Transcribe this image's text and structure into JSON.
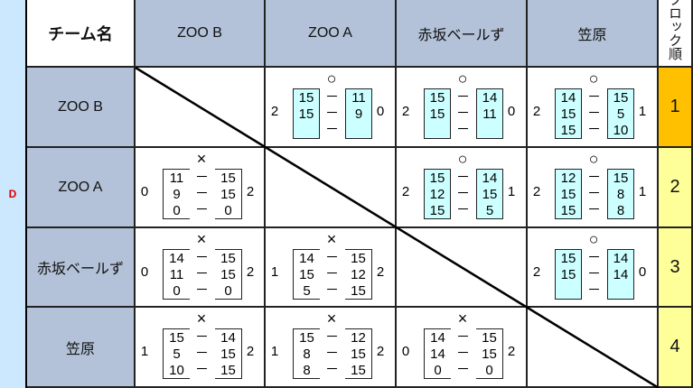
{
  "block_label": "D",
  "header": {
    "corner": "チーム名",
    "rank": "ブロック順位"
  },
  "teams": [
    "ZOO B",
    "ZOO A",
    "赤坂ベールず",
    "笠原"
  ],
  "ranks": [
    "1",
    "2",
    "3",
    "4"
  ],
  "colors": {
    "header": "#b3c2d8",
    "rank1": "#ffc000",
    "rank_other": "#ffff99",
    "win_box": "#ccffff",
    "block_label": "#e00000"
  },
  "marks": {
    "win": "○",
    "loss": "×",
    "dash": "－"
  },
  "matches": [
    [
      null,
      {
        "result": "win",
        "gw": "2",
        "gl": "0",
        "sets": [
          [
            "15",
            "11"
          ],
          [
            "15",
            "9"
          ],
          [
            "",
            ""
          ]
        ]
      },
      {
        "result": "win",
        "gw": "2",
        "gl": "0",
        "sets": [
          [
            "15",
            "14"
          ],
          [
            "15",
            "11"
          ],
          [
            "",
            ""
          ]
        ]
      },
      {
        "result": "win",
        "gw": "2",
        "gl": "1",
        "sets": [
          [
            "14",
            "15"
          ],
          [
            "15",
            "5"
          ],
          [
            "15",
            "10"
          ]
        ]
      }
    ],
    [
      {
        "result": "loss",
        "gw": "0",
        "gl": "2",
        "sets": [
          [
            "11",
            "15"
          ],
          [
            "9",
            "15"
          ],
          [
            "0",
            "0"
          ]
        ]
      },
      null,
      {
        "result": "win",
        "gw": "2",
        "gl": "1",
        "sets": [
          [
            "15",
            "14"
          ],
          [
            "12",
            "15"
          ],
          [
            "15",
            "5"
          ]
        ]
      },
      {
        "result": "win",
        "gw": "2",
        "gl": "1",
        "sets": [
          [
            "12",
            "15"
          ],
          [
            "15",
            "8"
          ],
          [
            "15",
            "8"
          ]
        ]
      }
    ],
    [
      {
        "result": "loss",
        "gw": "0",
        "gl": "2",
        "sets": [
          [
            "14",
            "15"
          ],
          [
            "11",
            "15"
          ],
          [
            "0",
            "0"
          ]
        ]
      },
      {
        "result": "loss",
        "gw": "1",
        "gl": "2",
        "sets": [
          [
            "14",
            "15"
          ],
          [
            "15",
            "12"
          ],
          [
            "5",
            "15"
          ]
        ]
      },
      null,
      {
        "result": "win",
        "gw": "2",
        "gl": "0",
        "sets": [
          [
            "15",
            "14"
          ],
          [
            "15",
            "14"
          ],
          [
            "",
            ""
          ]
        ]
      }
    ],
    [
      {
        "result": "loss",
        "gw": "1",
        "gl": "2",
        "sets": [
          [
            "15",
            "14"
          ],
          [
            "5",
            "15"
          ],
          [
            "10",
            "15"
          ]
        ]
      },
      {
        "result": "loss",
        "gw": "1",
        "gl": "2",
        "sets": [
          [
            "15",
            "12"
          ],
          [
            "8",
            "15"
          ],
          [
            "8",
            "15"
          ]
        ]
      },
      {
        "result": "loss",
        "gw": "0",
        "gl": "2",
        "sets": [
          [
            "14",
            "15"
          ],
          [
            "14",
            "15"
          ],
          [
            "0",
            "0"
          ]
        ]
      },
      null
    ]
  ]
}
